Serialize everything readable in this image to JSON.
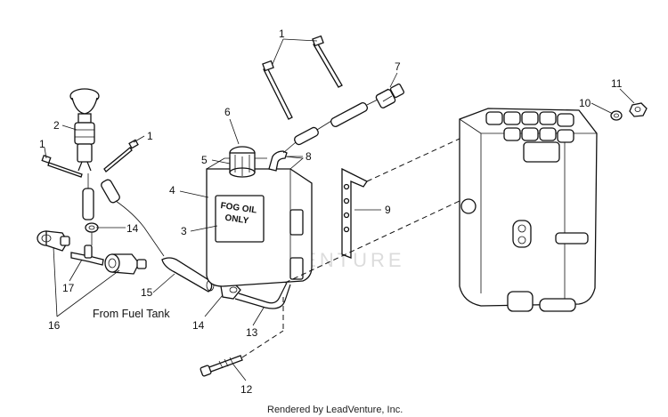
{
  "diagram": {
    "callouts": [
      "1",
      "1",
      "1",
      "2",
      "3",
      "4",
      "5",
      "6",
      "7",
      "8",
      "9",
      "10",
      "11",
      "12",
      "13",
      "14",
      "14",
      "15",
      "16",
      "17"
    ],
    "caption": "From Fuel Tank",
    "tank_label_line1": "FOG OIL",
    "tank_label_line2": "ONLY",
    "watermark": "LEADVENTURE",
    "footer": "Rendered by LeadVenture, Inc."
  }
}
